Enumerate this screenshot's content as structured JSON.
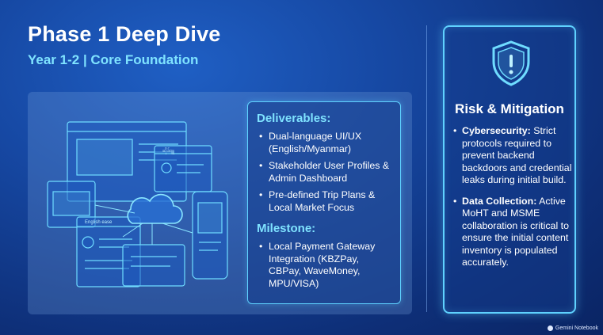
{
  "header": {
    "title": "Phase 1 Deep Dive",
    "subtitle": "Year 1-2 | Core Foundation"
  },
  "illustration": {
    "label_top": "ဆိုဒ်ဗျူ",
    "label_left": "English ease"
  },
  "deliverables": {
    "heading": "Deliverables:",
    "items": [
      "Dual-language UI/UX (English/Myanmar)",
      "Stakeholder User Profiles & Admin Dashboard",
      "Pre-defined Trip Plans & Local Market Focus"
    ]
  },
  "milestone": {
    "heading": "Milestone:",
    "items": [
      "Local Payment Gateway Integration (KBZPay, CBPay, WaveMoney, MPU/VISA)"
    ]
  },
  "risk": {
    "title": "Risk & Mitigation",
    "items": [
      {
        "label": "Cybersecurity:",
        "text": " Strict protocols required to prevent backend backdoors and credential leaks during initial build."
      },
      {
        "label": "Data Collection:",
        "text": " Active MoHT and MSME collaboration is critical to ensure the initial content inventory is populated accurately."
      }
    ]
  },
  "brand": {
    "label": "Gemini Notebook"
  },
  "colors": {
    "accent": "#7fe3ff",
    "border": "#5fd2ff",
    "background": "#1648a3"
  }
}
